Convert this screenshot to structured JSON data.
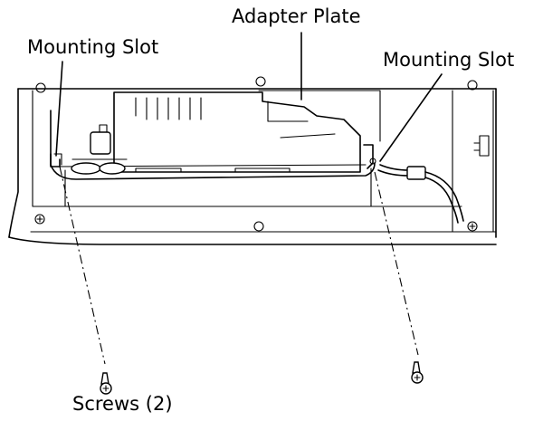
{
  "labels": {
    "adapter_plate": "Adapter Plate",
    "mounting_slot_left": "Mounting Slot",
    "mounting_slot_right": "Mounting Slot",
    "screws": "Screws (2)"
  },
  "icons": [
    "screw-icon",
    "mounting-hole-icon"
  ],
  "colors": {
    "line": "#000000",
    "background": "#ffffff"
  }
}
